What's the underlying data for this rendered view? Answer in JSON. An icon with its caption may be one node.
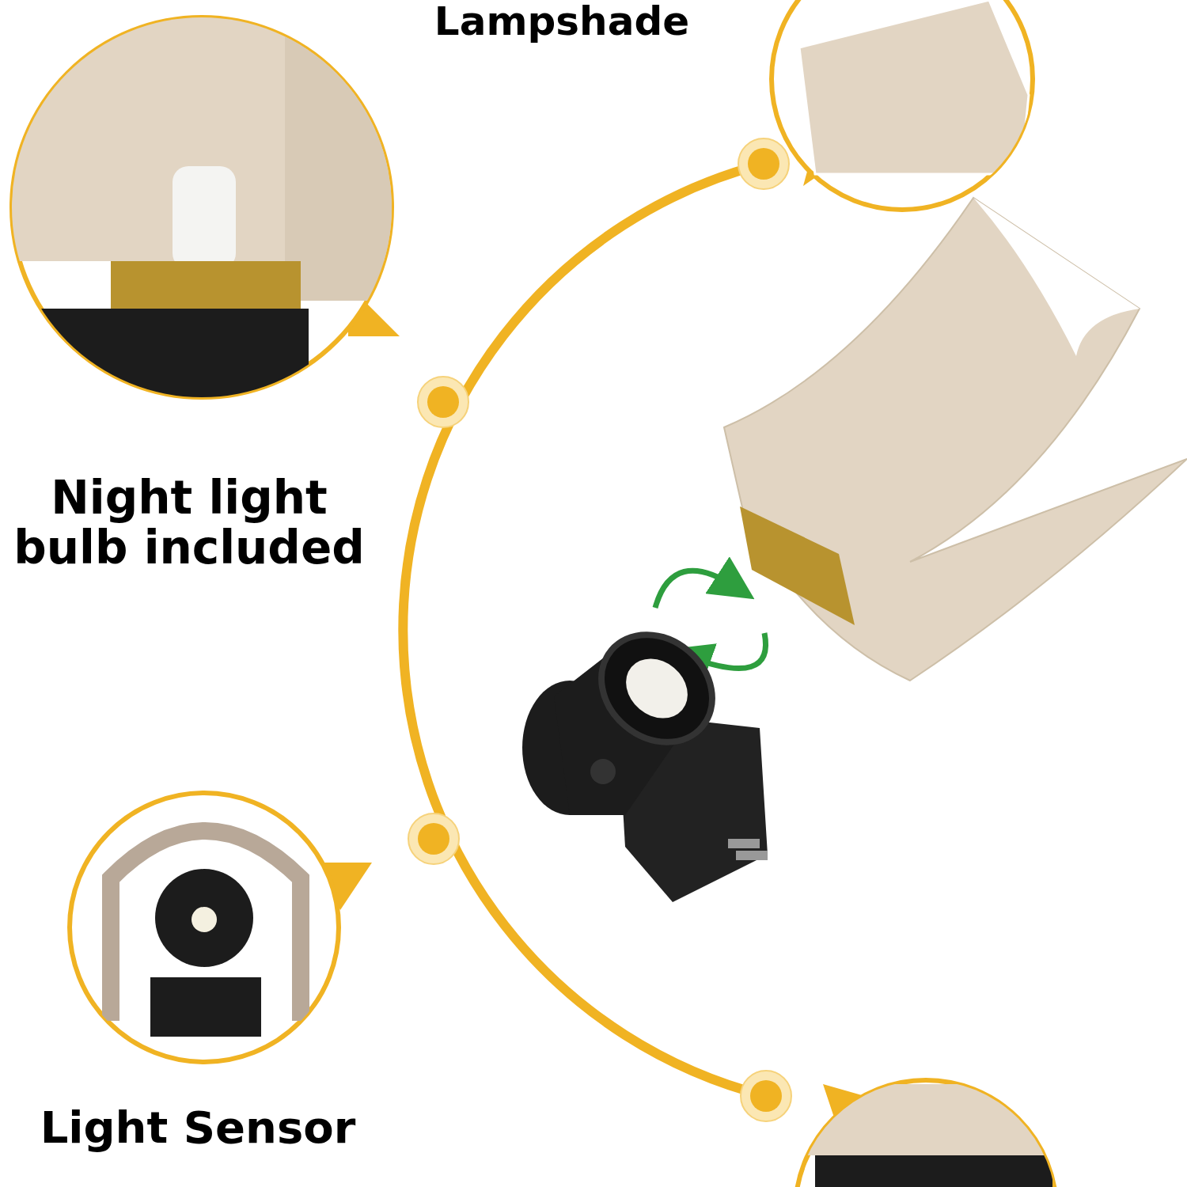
{
  "diagram": {
    "labels": [
      "Lampshade",
      "Night light bulb included",
      "Light Sensor"
    ]
  }
}
